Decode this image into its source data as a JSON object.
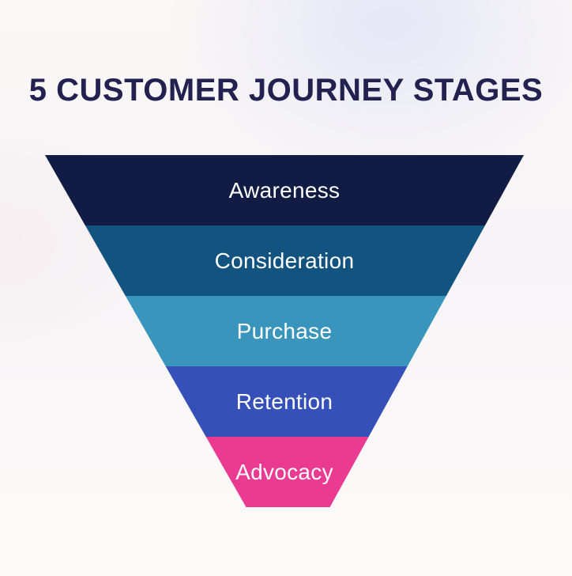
{
  "title": "5 CUSTOMER JOURNEY STAGES",
  "colors": {
    "title_text": "#232150",
    "stage_label_text": "#ffffff"
  },
  "funnel": {
    "stages": [
      {
        "label": "Awareness",
        "color": "#101c44"
      },
      {
        "label": "Consideration",
        "color": "#125380"
      },
      {
        "label": "Purchase",
        "color": "#3a95bd"
      },
      {
        "label": "Retention",
        "color": "#3550b8"
      },
      {
        "label": "Advocacy",
        "color": "#ea3a91"
      }
    ]
  }
}
